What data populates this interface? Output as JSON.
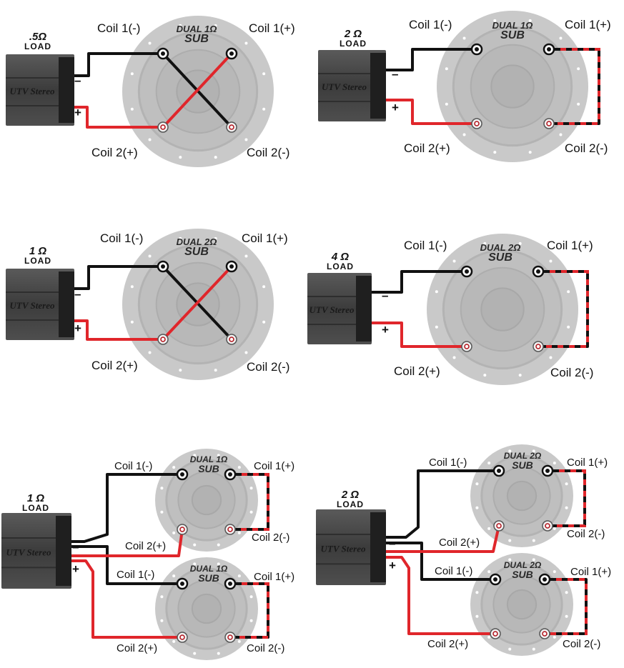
{
  "diagrams": [
    {
      "id": "d1",
      "load_ohm": ".5Ω",
      "load_word": "LOAD",
      "sub_line1": "DUAL 1Ω",
      "sub_line2": "SUB",
      "coil1_minus": "Coil 1(-)",
      "coil1_plus": "Coil 1(+)",
      "coil2_plus": "Coil 2(+)",
      "coil2_minus": "Coil 2(-)",
      "minus": "–",
      "plus": "+",
      "amp_logo": "UTV Stereo",
      "wiring": "parallel"
    },
    {
      "id": "d2",
      "load_ohm": "2 Ω",
      "load_word": "LOAD",
      "sub_line1": "DUAL 1Ω",
      "sub_line2": "SUB",
      "coil1_minus": "Coil 1(-)",
      "coil1_plus": "Coil 1(+)",
      "coil2_plus": "Coil 2(+)",
      "coil2_minus": "Coil 2(-)",
      "minus": "–",
      "plus": "+",
      "amp_logo": "UTV Stereo",
      "wiring": "series"
    },
    {
      "id": "d3",
      "load_ohm": "1 Ω",
      "load_word": "LOAD",
      "sub_line1": "DUAL 2Ω",
      "sub_line2": "SUB",
      "coil1_minus": "Coil 1(-)",
      "coil1_plus": "Coil 1(+)",
      "coil2_plus": "Coil 2(+)",
      "coil2_minus": "Coil 2(-)",
      "minus": "–",
      "plus": "+",
      "amp_logo": "UTV Stereo",
      "wiring": "parallel"
    },
    {
      "id": "d4",
      "load_ohm": "4 Ω",
      "load_word": "LOAD",
      "sub_line1": "DUAL 2Ω",
      "sub_line2": "SUB",
      "coil1_minus": "Coil 1(-)",
      "coil1_plus": "Coil 1(+)",
      "coil2_plus": "Coil 2(+)",
      "coil2_minus": "Coil 2(-)",
      "minus": "–",
      "plus": "+",
      "amp_logo": "UTV Stereo",
      "wiring": "series"
    },
    {
      "id": "d5",
      "load_ohm": "1 Ω",
      "load_word": "LOAD",
      "minus": "–",
      "plus": "+",
      "amp_logo": "UTV Stereo",
      "subs": [
        {
          "sub_line1": "DUAL 1Ω",
          "sub_line2": "SUB",
          "coil1_minus": "Coil 1(-)",
          "coil1_plus": "Coil 1(+)",
          "coil2_plus": "Coil 2(+)",
          "coil2_minus": "Coil 2(-)"
        },
        {
          "sub_line1": "DUAL 1Ω",
          "sub_line2": "SUB",
          "coil1_minus": "Coil 1(-)",
          "coil1_plus": "Coil 1(+)",
          "coil2_plus": "Coil 2(+)",
          "coil2_minus": "Coil 2(-)"
        }
      ]
    },
    {
      "id": "d6",
      "load_ohm": "2 Ω",
      "load_word": "LOAD",
      "minus": "–",
      "plus": "+",
      "amp_logo": "UTV Stereo",
      "subs": [
        {
          "sub_line1": "DUAL 2Ω",
          "sub_line2": "SUB",
          "coil1_minus": "Coil 1(-)",
          "coil1_plus": "Coil 1(+)",
          "coil2_plus": "Coil 2(+)",
          "coil2_minus": "Coil 2(-)"
        },
        {
          "sub_line1": "DUAL 2Ω",
          "sub_line2": "SUB",
          "coil1_minus": "Coil 1(-)",
          "coil1_plus": "Coil 1(+)",
          "coil2_plus": "Coil 2(+)",
          "coil2_minus": "Coil 2(-)"
        }
      ]
    }
  ],
  "colors": {
    "positive_wire": "#e0262b",
    "negative_wire": "#111111",
    "sub_face": "#c9c9c9",
    "amp_body": "#4a4a4a"
  }
}
